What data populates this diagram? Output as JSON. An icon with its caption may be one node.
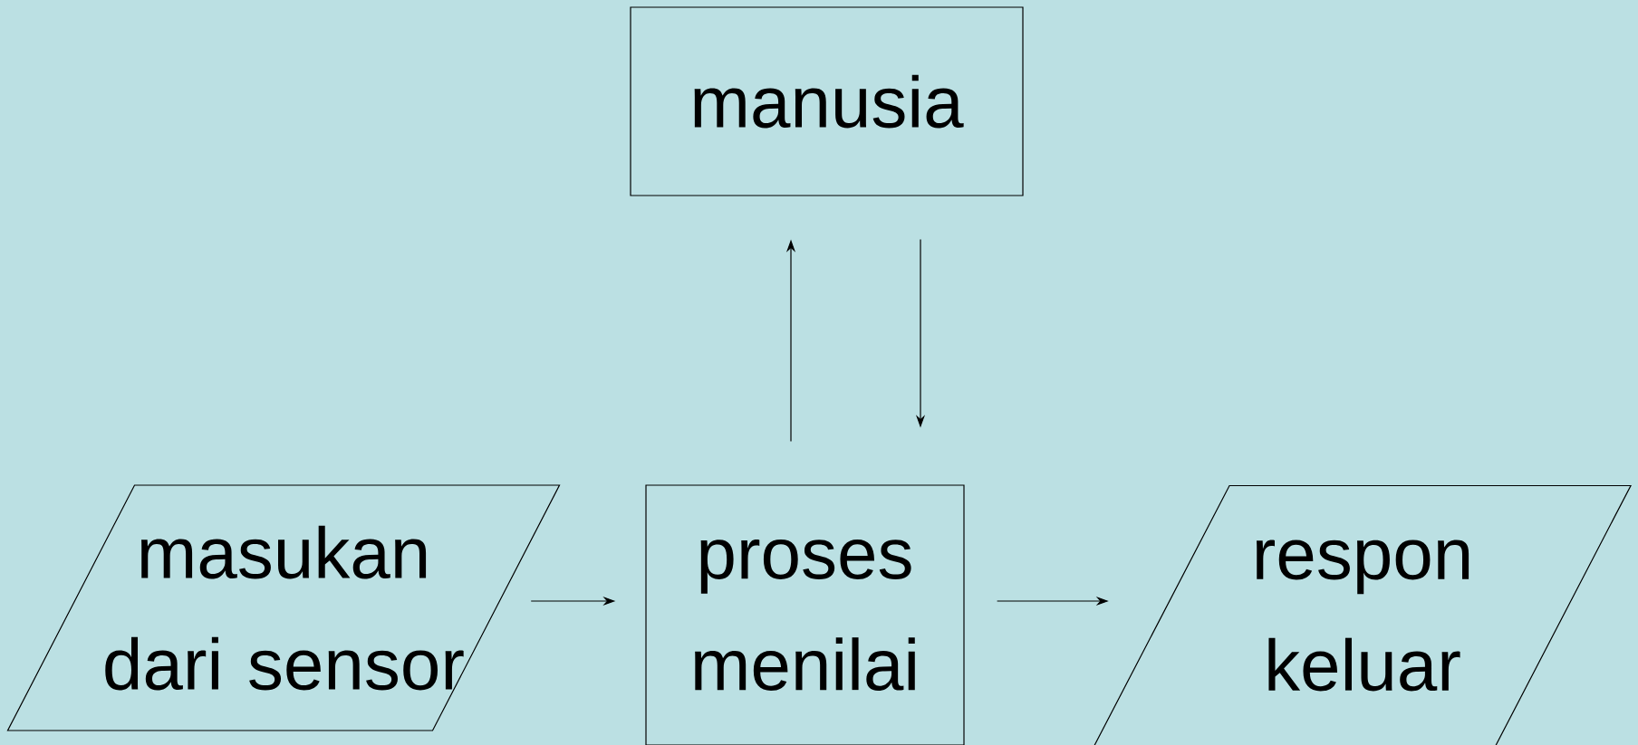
{
  "diagram": {
    "nodes": [
      {
        "text": [
          "manusia"
        ]
      },
      {
        "text": [
          "masukan dari sensor"
        ]
      },
      {
        "text": [
          "proses menilai"
        ]
      },
      {
        "text": [
          "respon keluar"
        ]
      }
    ],
    "edges": [
      {
        "from": 1,
        "to": 2,
        "arrow": "to"
      },
      {
        "from": 2,
        "to": 0,
        "arrow": "to"
      },
      {
        "from": 0,
        "to": 2,
        "arrow": "to"
      },
      {
        "from": 2,
        "to": 3,
        "arrow": "to"
      }
    ]
  }
}
